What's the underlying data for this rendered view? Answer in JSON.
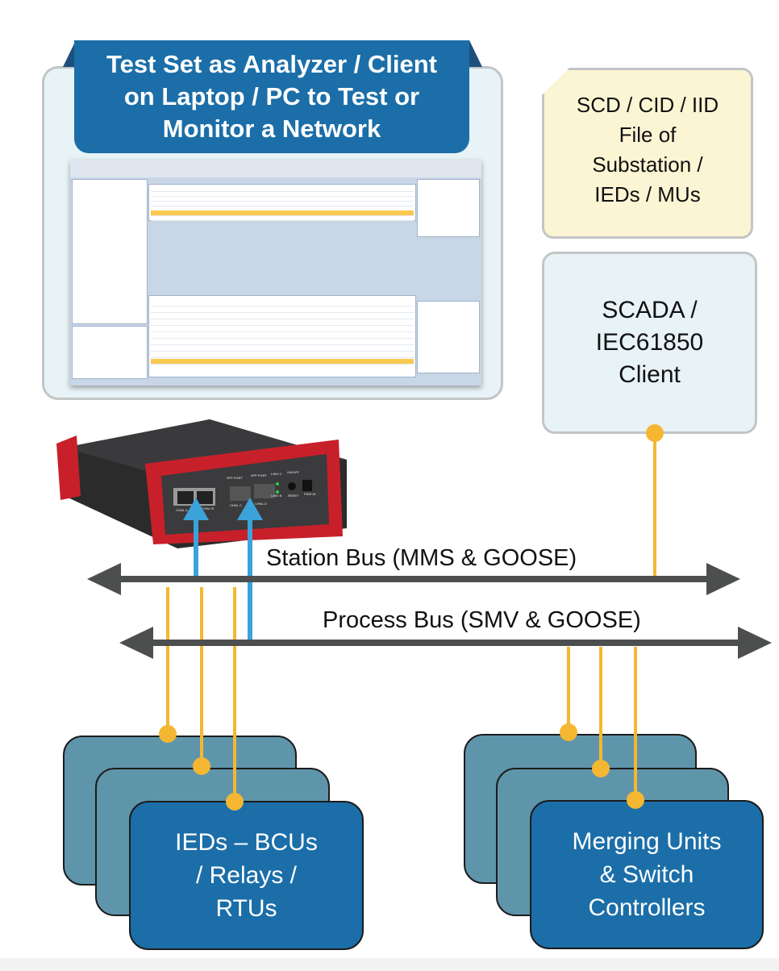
{
  "analyzer_panel": {
    "title_lines": [
      "Test Set as Analyzer / Client",
      "on Laptop / PC to Test or",
      "Monitor a Network"
    ]
  },
  "file_note": {
    "lines": [
      "SCD / CID / IID",
      "File of",
      "Substation /",
      "IEDs / MUs"
    ]
  },
  "scada": {
    "lines": [
      "SCADA /",
      "IEC61850",
      "Client"
    ]
  },
  "buses": {
    "station": "Station Bus (MMS & GOOSE)",
    "process": "Process Bus (SMV & GOOSE)"
  },
  "ied_group": {
    "lines": [
      "IEDs – BCUs",
      "/ Relays /",
      "RTUs"
    ]
  },
  "mu_group": {
    "lines": [
      "Merging Units",
      "& Switch",
      "Controllers"
    ]
  },
  "test_device": {
    "labels": [
      "SFP PORT",
      "SFP PORT",
      "LINK C",
      "ON/OFF",
      "LINK B",
      "RESET",
      "PWR IN",
      "CHNL A",
      "CHNL B",
      "CHNL C",
      "CHNL D"
    ]
  },
  "colors": {
    "banner_blue": "#1b6ea8",
    "card_teal": "#5f95ab",
    "bus_grey": "#4d4f4e",
    "connector_orange": "#f5b731",
    "device_arrow_blue": "#3ba3d9",
    "device_red": "#c8202a"
  }
}
